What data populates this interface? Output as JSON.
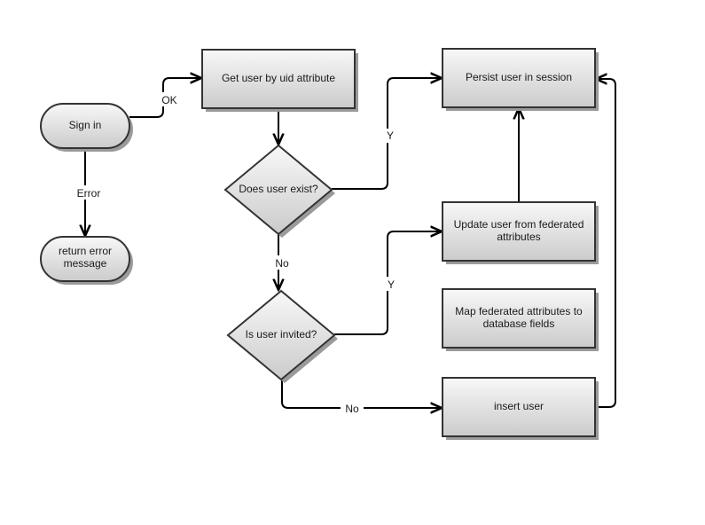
{
  "diagram": {
    "nodes": {
      "sign_in": "Sign in",
      "return_error": [
        "return error",
        "message"
      ],
      "get_user": "Get user by uid attribute",
      "user_exists": "Does user exist?",
      "user_invited": "Is user invited?",
      "persist_user": "Persist user in session",
      "update_user": [
        "Update user from federated",
        "attributes"
      ],
      "map_attributes": [
        "Map federated attributes to",
        "database fields"
      ],
      "insert_user": "insert user"
    },
    "edge_labels": {
      "ok": "OK",
      "error": "Error",
      "exists_yes": "Y",
      "exists_no": "No",
      "invited_yes": "Y",
      "invited_no": "No"
    }
  }
}
